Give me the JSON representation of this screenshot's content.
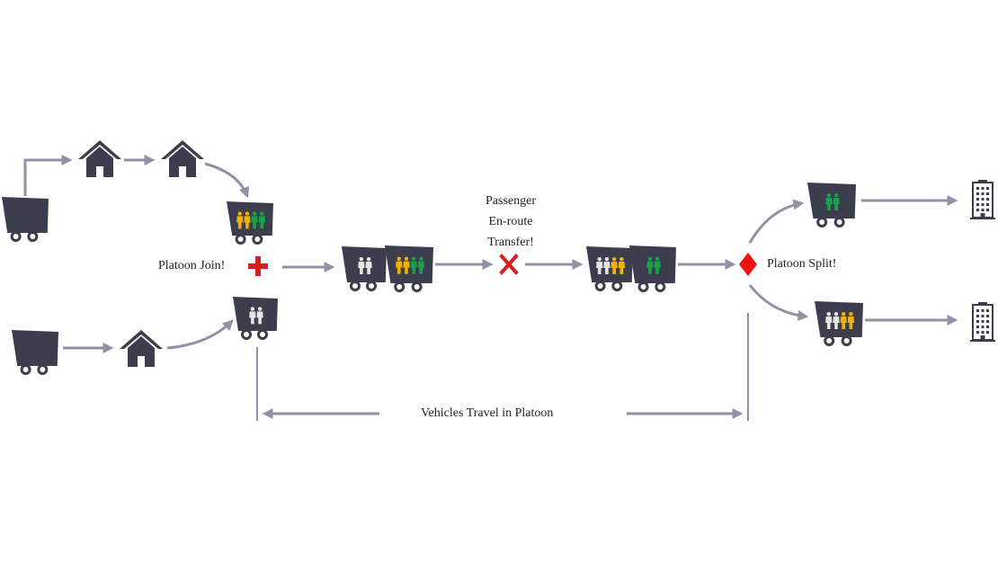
{
  "labels": {
    "platoon_join": "Platoon Join!",
    "transfer_line1": "Passenger",
    "transfer_line2": "En-route",
    "transfer_line3": "Transfer!",
    "platoon_split": "Platoon Split!",
    "travel": "Vehicles Travel in Platoon"
  },
  "colors": {
    "vehicle": "#3d3e4d",
    "arrow": "#8f93a5",
    "passenger_white": "#e6e6e6",
    "passenger_yellow": "#f0b400",
    "passenger_green": "#16a34a",
    "join_marker": "#d42020",
    "transfer_marker": "#d42020",
    "split_marker": "#ee1111"
  },
  "icons": {
    "home": "house-icon",
    "destination": "office-building-icon",
    "join": "plus-icon",
    "transfer": "cross-icon",
    "split": "diamond-icon"
  }
}
